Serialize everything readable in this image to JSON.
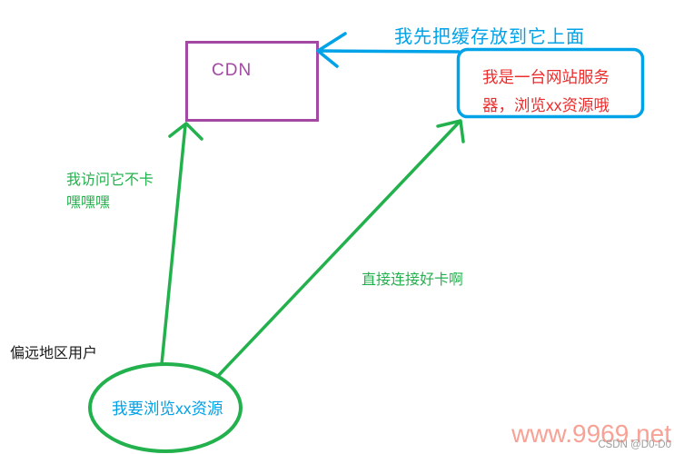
{
  "palette": {
    "purple": "#A349A4",
    "blue": "#00A2E8",
    "green": "#22B14C",
    "red_text": "#ED2C2C",
    "black_text": "#1A1A1A",
    "watermark_salmon": "#F8A296",
    "watermark_gray": "#9E9E9E",
    "background": "#FFFFFF"
  },
  "nodes": {
    "cdn": {
      "label": "CDN"
    },
    "server": {
      "lines": [
        "我是一台网站服务",
        "器，浏览xx资源哦"
      ]
    },
    "user": {
      "label": "我要浏览xx资源",
      "caption": "偏远地区用户"
    }
  },
  "edges": {
    "server_to_cdn": {
      "label": "我先把缓存放到它上面"
    },
    "user_to_cdn": {
      "lines": [
        "我访问它不卡",
        "嘿嘿嘿"
      ]
    },
    "user_to_server": {
      "label": "直接连接好卡啊"
    }
  },
  "watermarks": {
    "site": "www.9969.net",
    "csdn": "CSDN @D0-D0"
  }
}
